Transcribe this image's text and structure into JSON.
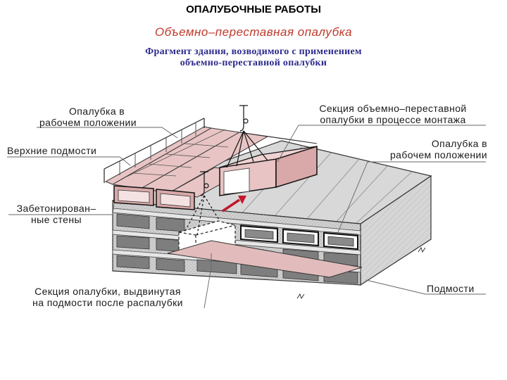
{
  "header": {
    "title": "ОПАЛУБОЧНЫЕ РАБОТЫ",
    "subtitle": "Объемно–переставная опалубка",
    "caption_line1": "Фрагмент здания, возводимого с применением",
    "caption_line2": "объемно-переставной опалубки"
  },
  "labels": {
    "formwork_working_left_1": "Опалубка в",
    "formwork_working_left_2": "рабочем положении",
    "upper_scaffold": "Верхние подмости",
    "concrete_walls_1": "Забетонирован–",
    "concrete_walls_2": "ные стены",
    "section_pulled_1": "Секция опалубки, выдвинутая",
    "section_pulled_2": "на подмости после распалубки",
    "section_mounting_1": "Секция объемно–переставной",
    "section_mounting_2": "опалубки в процессе монтажа",
    "formwork_working_right_1": "Опалубка в",
    "formwork_working_right_2": "рабочем положении",
    "scaffold": "Подмости"
  },
  "colors": {
    "caption": "#2c2a8c",
    "subtitle": "#c0392b",
    "formwork_pink": "#e8c4c4",
    "formwork_pink_dark": "#d9a8a8",
    "concrete_grey": "#d4d4d4",
    "slot_grey": "#8c8c8c",
    "arrow_red": "#c0182a"
  }
}
